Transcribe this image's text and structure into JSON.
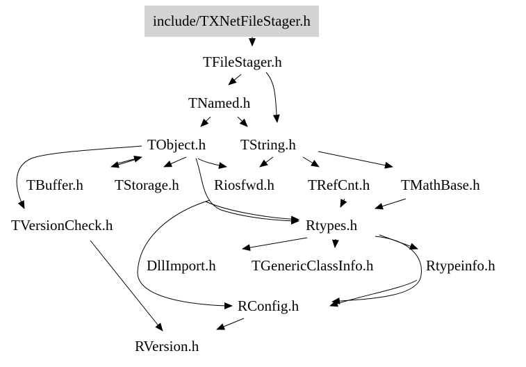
{
  "diagram": {
    "colors": {
      "background": "#ffffff",
      "root_fill": "#d3d3d3",
      "edge": "#000000",
      "text": "#000000"
    },
    "nodes": {
      "txnetfilestager": "include/TXNetFileStager.h",
      "tfilestager": "TFileStager.h",
      "tnamed": "TNamed.h",
      "tobject": "TObject.h",
      "tstring": "TString.h",
      "tbuffer": "TBuffer.h",
      "tstorage": "TStorage.h",
      "riosfwd": "Riosfwd.h",
      "trefcnt": "TRefCnt.h",
      "tmathbase": "TMathBase.h",
      "tversioncheck": "TVersionCheck.h",
      "rtypes": "Rtypes.h",
      "dllimport": "DllImport.h",
      "tgenericclassinfo": "TGenericClassInfo.h",
      "rtypeinfo": "Rtypeinfo.h",
      "rconfig": "RConfig.h",
      "rversion": "RVersion.h"
    },
    "edges": [
      [
        "txnetfilestager",
        "tfilestager"
      ],
      [
        "tfilestager",
        "tnamed"
      ],
      [
        "tfilestager",
        "tstring"
      ],
      [
        "tnamed",
        "tobject"
      ],
      [
        "tnamed",
        "tstring"
      ],
      [
        "tobject",
        "tbuffer"
      ],
      [
        "tobject",
        "tstorage"
      ],
      [
        "tobject",
        "riosfwd"
      ],
      [
        "tobject",
        "tversioncheck"
      ],
      [
        "tobject",
        "rtypes"
      ],
      [
        "tobject",
        "rconfig"
      ],
      [
        "tbuffer",
        "tobject"
      ],
      [
        "tstring",
        "riosfwd"
      ],
      [
        "tstring",
        "trefcnt"
      ],
      [
        "tstring",
        "tmathbase"
      ],
      [
        "tstring",
        "rtypes"
      ],
      [
        "trefcnt",
        "rtypes"
      ],
      [
        "tmathbase",
        "rtypes"
      ],
      [
        "tversioncheck",
        "rversion"
      ],
      [
        "rtypes",
        "dllimport"
      ],
      [
        "rtypes",
        "tgenericclassinfo"
      ],
      [
        "rtypes",
        "rtypeinfo"
      ],
      [
        "rtypes",
        "rconfig"
      ],
      [
        "rtypeinfo",
        "rconfig"
      ],
      [
        "rconfig",
        "rversion"
      ]
    ]
  }
}
